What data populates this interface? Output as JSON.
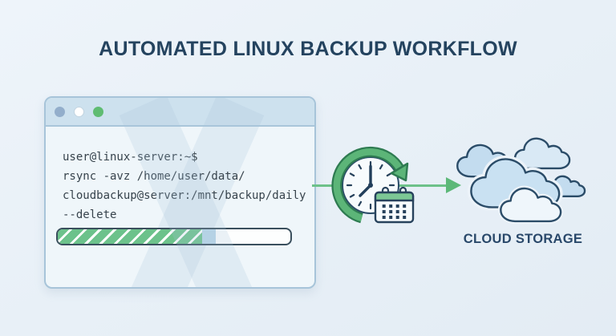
{
  "title": "AUTOMATED LINUX BACKUP WORKFLOW",
  "terminal": {
    "window_controls": [
      {
        "name": "window-dot-1",
        "color": "#93aecb"
      },
      {
        "name": "window-dot-2",
        "color": "#ffffff"
      },
      {
        "name": "window-dot-3",
        "color": "#5fbc72"
      }
    ],
    "lines": [
      "user@linux-server:~$",
      "rsync -avz /home/user/data/",
      "cloudbackup@server:/mnt/backup/daily",
      "--delete"
    ],
    "progress_percent": 62,
    "progress_buffer_percent": 6
  },
  "scheduler_icon": "clock-calendar-recurring-schedule",
  "cloud_storage_label": "CLOUD STORAGE",
  "colors": {
    "background": "#e9f1f8",
    "accent_green": "#5cb579",
    "accent_green_dark": "#2e7b51",
    "navy_text": "#24435f",
    "terminal_titlebar": "#cde1ee",
    "terminal_body": "#eff6fa",
    "progress_green": "#6cc28b",
    "progress_buffer": "#b9d6e8",
    "cloud_fill": "#c9e1f2",
    "cloud_outline": "#2b4c68"
  }
}
